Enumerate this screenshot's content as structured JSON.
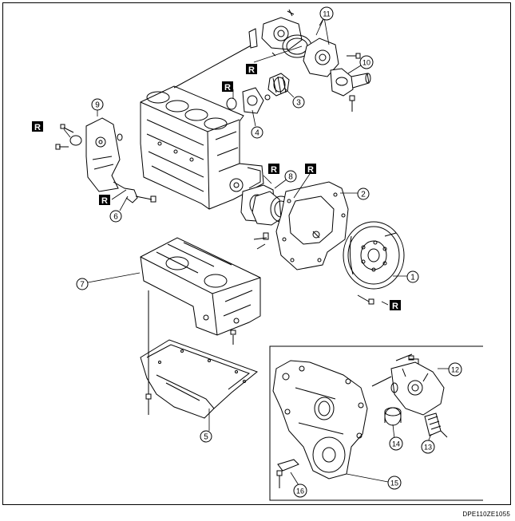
{
  "diagram": {
    "callouts": [
      "1",
      "2",
      "3",
      "4",
      "5",
      "6",
      "7",
      "8",
      "9",
      "10",
      "11",
      "12",
      "13",
      "14",
      "15",
      "16"
    ],
    "replace_mark": "R",
    "figure_code": "DPE110ZE1055",
    "colors": {
      "ink": "#000000",
      "paper": "#ffffff"
    }
  }
}
